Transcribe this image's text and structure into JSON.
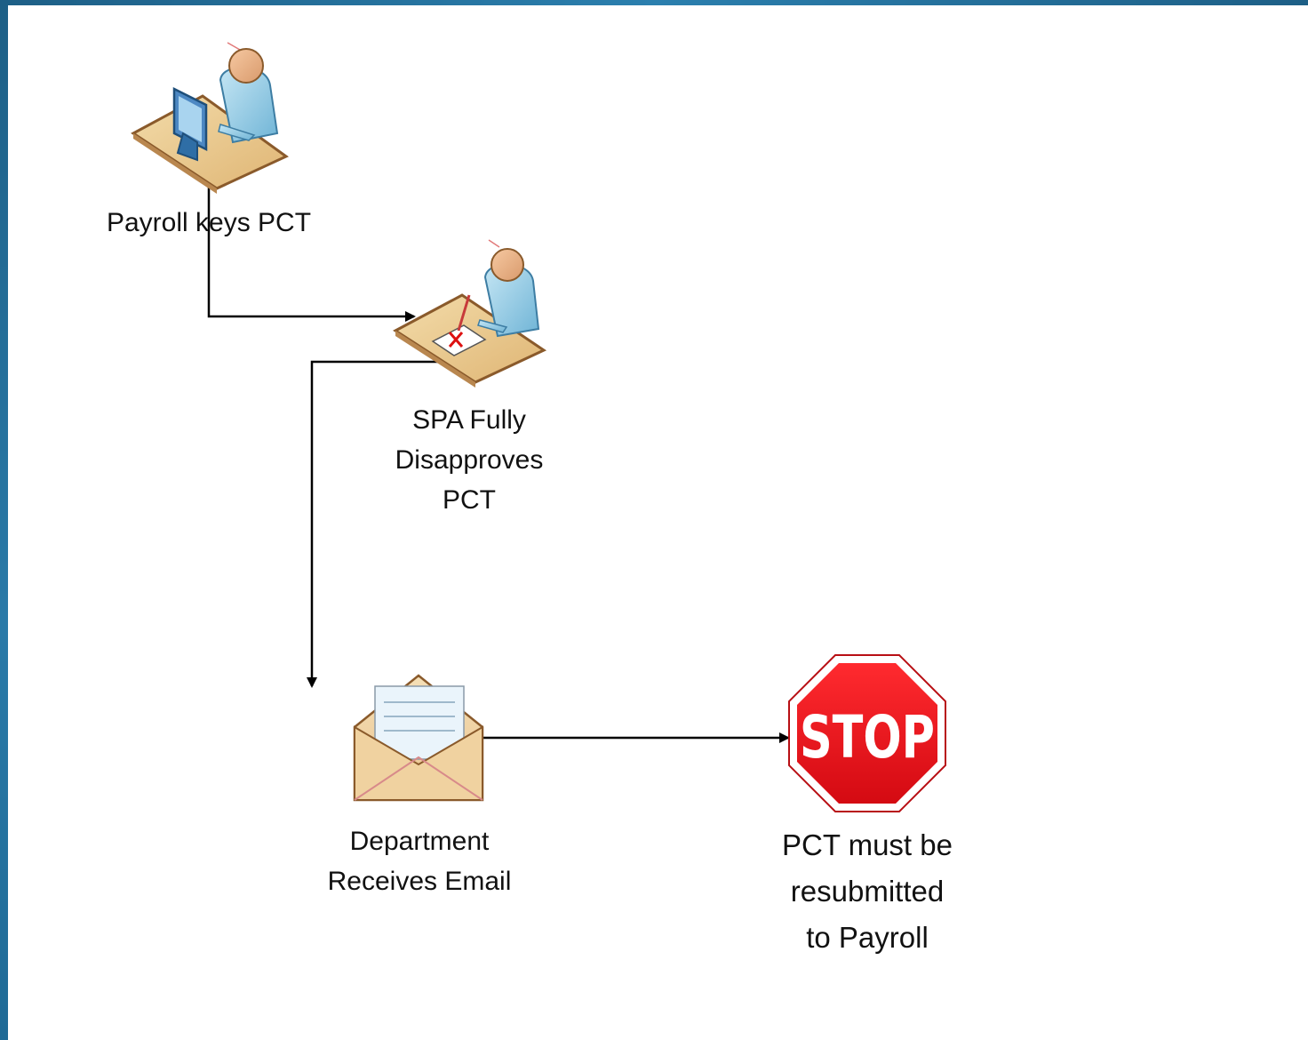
{
  "nodes": {
    "payroll": {
      "label": "Payroll keys PCT",
      "icon": "person-at-computer-icon"
    },
    "spa": {
      "label_lines": [
        "SPA Fully",
        "Disapproves",
        "PCT"
      ],
      "icon": "person-reviewing-document-icon"
    },
    "department": {
      "label_lines": [
        "Department",
        "Receives Email"
      ],
      "icon": "open-envelope-icon"
    },
    "stop": {
      "sign_text": "STOP",
      "label_lines": [
        "PCT must be",
        "resubmitted",
        "to Payroll"
      ],
      "icon": "stop-sign-icon"
    }
  },
  "edges": [
    {
      "from": "payroll",
      "to": "spa"
    },
    {
      "from": "spa",
      "to": "department"
    },
    {
      "from": "department",
      "to": "stop"
    }
  ],
  "colors": {
    "frame": "#1f6a96",
    "stop_red": "#e8121b",
    "desk": "#e9c98b",
    "person": "#8fcbe6",
    "envelope": "#f2d7a9"
  }
}
